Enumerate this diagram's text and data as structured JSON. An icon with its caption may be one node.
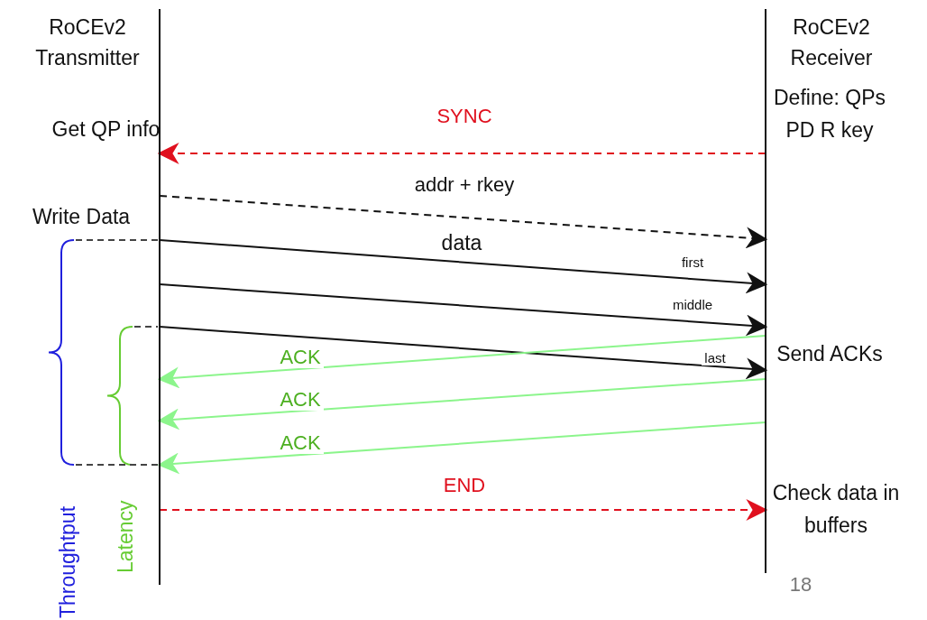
{
  "diagram": {
    "nodes": [
      {
        "text": [
          "RoCEv2 Transmitter"
        ]
      },
      {
        "text": [
          "RoCEv2 Receiver"
        ]
      }
    ],
    "edges": [
      {
        "from": 1,
        "to": 0,
        "arrow": "to",
        "label": "SYNC",
        "style": "dashed",
        "color": "#e0101e"
      },
      {
        "from": 0,
        "to": 1,
        "arrow": "to",
        "label": "addr + rkey",
        "style": "dashed"
      },
      {
        "from": 0,
        "to": 1,
        "arrow": "to",
        "label": "first"
      },
      {
        "from": 0,
        "to": 1,
        "arrow": "to",
        "label": "middle"
      },
      {
        "from": 0,
        "to": 1,
        "arrow": "to",
        "label": "last"
      },
      {
        "from": 1,
        "to": 0,
        "arrow": "to",
        "label": "ACK",
        "color": "#8cf58c"
      },
      {
        "from": 1,
        "to": 0,
        "arrow": "to",
        "label": "ACK",
        "color": "#8cf58c"
      },
      {
        "from": 1,
        "to": 0,
        "arrow": "to",
        "label": "ACK",
        "color": "#8cf58c"
      },
      {
        "from": 0,
        "to": 1,
        "arrow": "to",
        "label": "END",
        "style": "dashed",
        "color": "#e0101e"
      }
    ],
    "labels": [
      "Define: QPs PD R key",
      "Get QP info",
      "Write Data",
      "data",
      "Send ACKs",
      "Throughtput",
      "Latency",
      "Check data in buffers",
      "18"
    ]
  }
}
